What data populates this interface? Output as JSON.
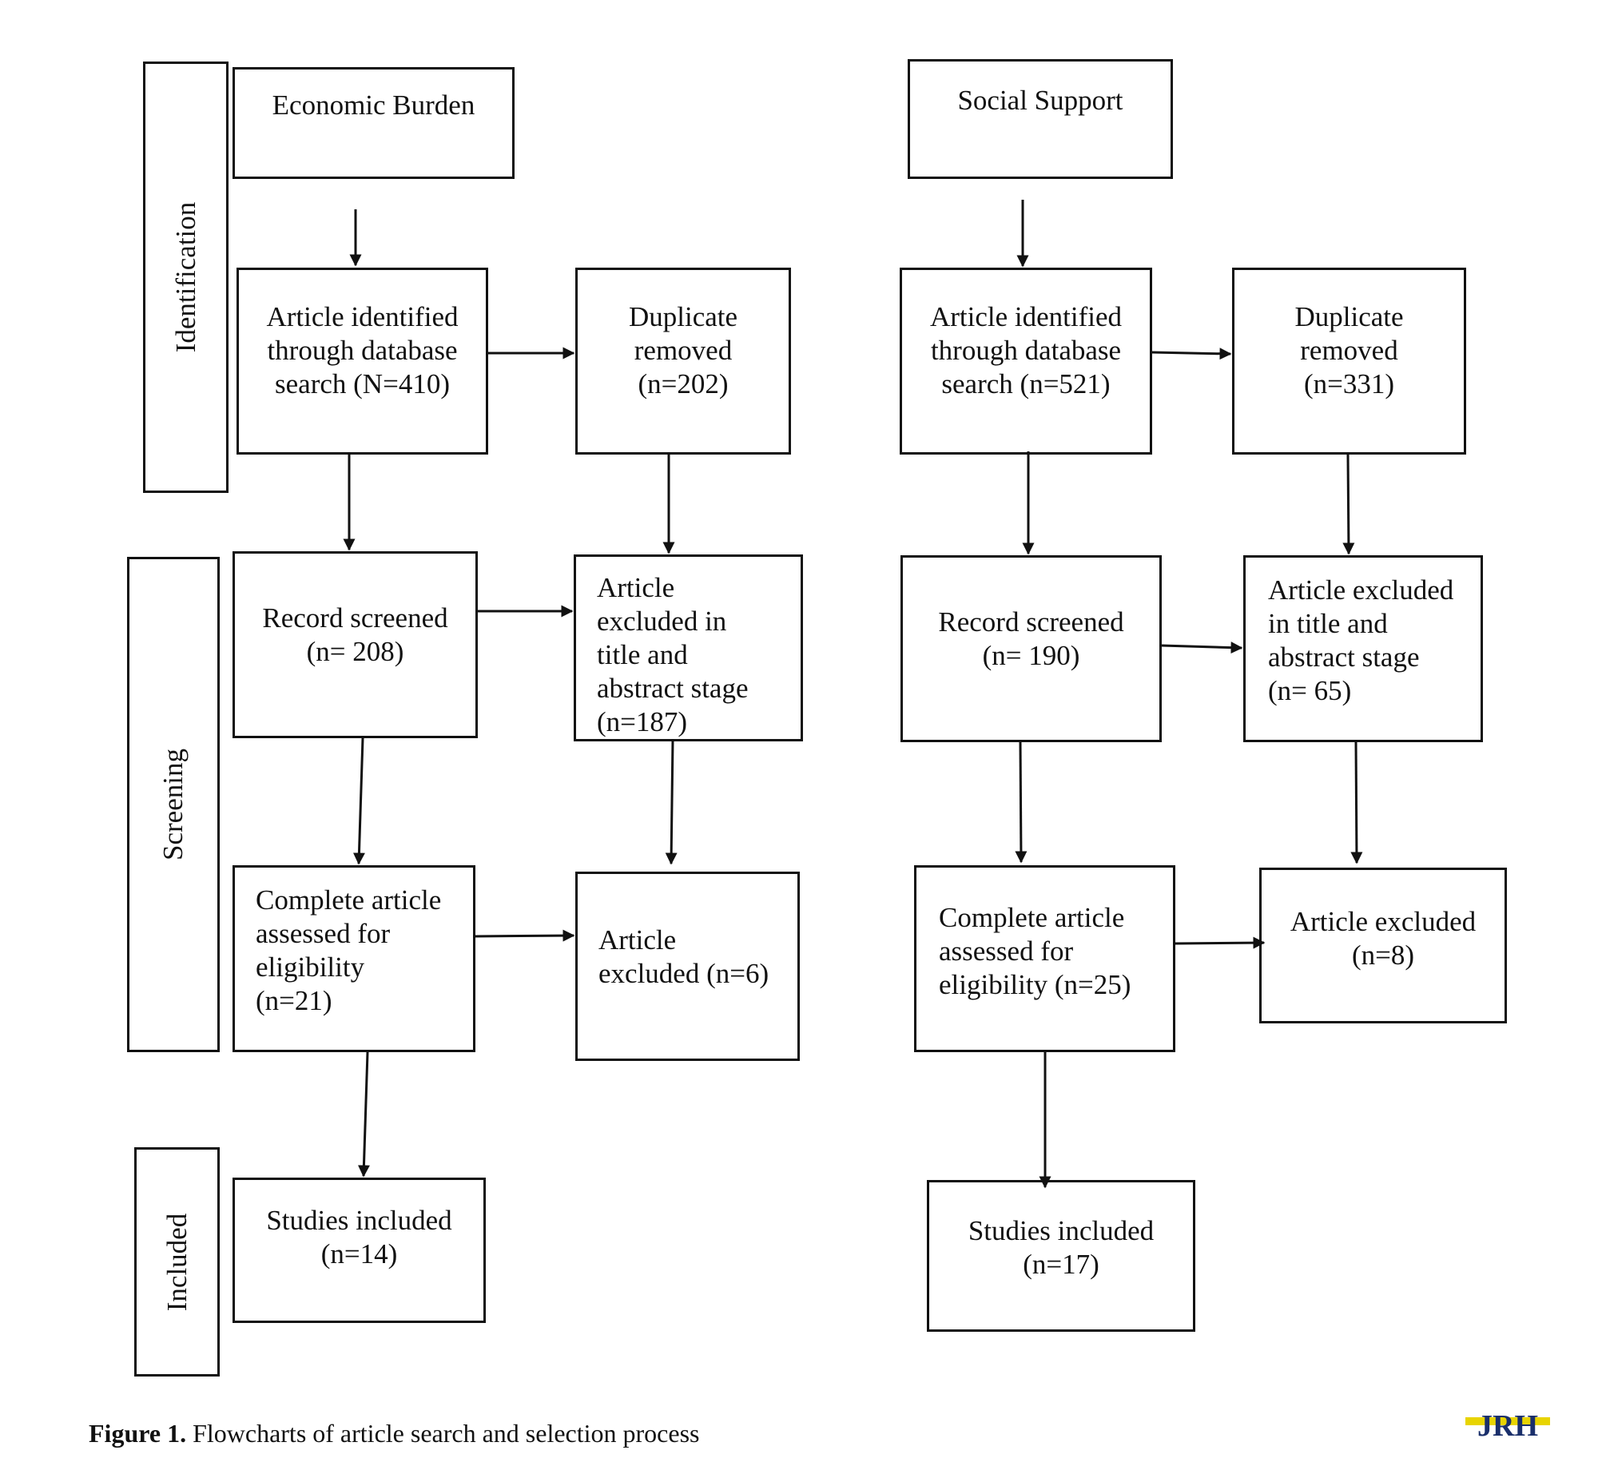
{
  "stages": {
    "identification": "Identification",
    "screening": "Screening",
    "included": "Included"
  },
  "left": {
    "topic": "Economic Burden",
    "identified": [
      "Article identified",
      "through database",
      "search (N=410)"
    ],
    "duplicates": [
      "Duplicate",
      "removed",
      "(n=202)"
    ],
    "screened": [
      "Record screened",
      "(n= 208)"
    ],
    "excluded_title": [
      "Article",
      "excluded in",
      "title and",
      "abstract stage",
      "(n=187)"
    ],
    "assessed": [
      "Complete article",
      "assessed for",
      "eligibility",
      "(n=21)"
    ],
    "excluded_full": [
      "Article",
      "excluded (n=6)"
    ],
    "included": [
      "Studies included",
      "(n=14)"
    ]
  },
  "right": {
    "topic": "Social Support",
    "identified": [
      "Article identified",
      "through database",
      "search (n=521)"
    ],
    "duplicates": [
      "Duplicate",
      "removed",
      "(n=331)"
    ],
    "screened": [
      "Record screened",
      "(n= 190)"
    ],
    "excluded_title": [
      "Article excluded",
      "in title and",
      "abstract stage",
      "(n= 65)"
    ],
    "assessed": [
      "Complete article",
      "assessed for",
      "eligibility (n=25)"
    ],
    "excluded_full": [
      "Article excluded",
      "(n=8)"
    ],
    "included": [
      "Studies included",
      "(n=17)"
    ]
  },
  "caption": {
    "label": "Figure 1.",
    "text": " Flowcharts of article search and selection process"
  },
  "logo_text": "JRH",
  "colors": {
    "logo_fill": "#1a2f6b",
    "logo_accent": "#e8d400"
  }
}
